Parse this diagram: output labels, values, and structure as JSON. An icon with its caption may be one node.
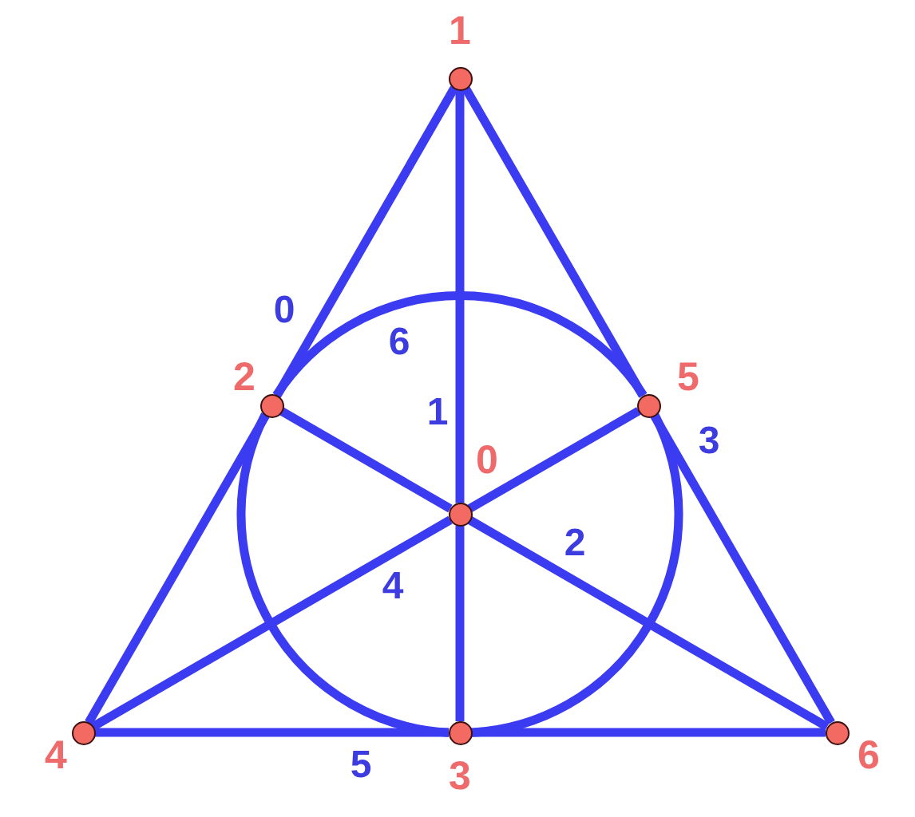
{
  "diagram": {
    "nodes": [
      {
        "text": [],
        "shape": "circle",
        "beside": [
          "1"
        ]
      },
      {
        "text": [],
        "shape": "circle",
        "beside": [
          "2"
        ]
      },
      {
        "text": [],
        "shape": "circle",
        "beside": [
          "5"
        ]
      },
      {
        "text": [],
        "shape": "circle",
        "beside": [
          "0"
        ]
      },
      {
        "text": [],
        "shape": "circle",
        "beside": [
          "4"
        ]
      },
      {
        "text": [],
        "shape": "circle",
        "beside": [
          "3"
        ]
      },
      {
        "text": [],
        "shape": "circle",
        "beside": [
          "6"
        ]
      }
    ],
    "edges": [
      {
        "from": 0,
        "to": 1,
        "arrow": "none",
        "label": "0"
      },
      {
        "from": 1,
        "to": 4,
        "arrow": "none"
      },
      {
        "from": 0,
        "to": 2,
        "arrow": "none"
      },
      {
        "from": 2,
        "to": 6,
        "arrow": "none",
        "label": "3"
      },
      {
        "from": 4,
        "to": 5,
        "arrow": "none",
        "label": "5"
      },
      {
        "from": 5,
        "to": 6,
        "arrow": "none"
      },
      {
        "from": 0,
        "to": 3,
        "arrow": "none",
        "label": "1"
      },
      {
        "from": 3,
        "to": 5,
        "arrow": "none"
      },
      {
        "from": 1,
        "to": 3,
        "arrow": "none"
      },
      {
        "from": 3,
        "to": 6,
        "arrow": "none",
        "label": "2"
      },
      {
        "from": 2,
        "to": 3,
        "arrow": "none"
      },
      {
        "from": 3,
        "to": 4,
        "arrow": "none",
        "label": "4"
      },
      {
        "from": 1,
        "to": 2,
        "arrow": "none",
        "label": "6"
      },
      {
        "from": 2,
        "to": 5,
        "arrow": "none"
      },
      {
        "from": 5,
        "to": 1,
        "arrow": "none"
      }
    ]
  }
}
